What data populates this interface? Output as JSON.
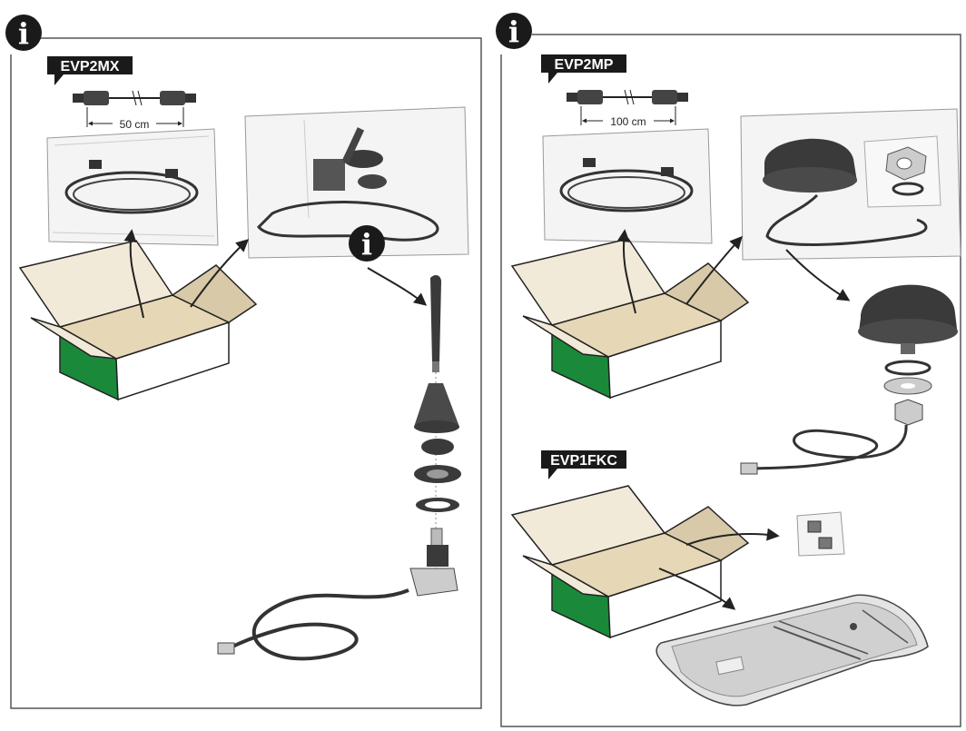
{
  "left_panel": {
    "tag": "EVP2MX",
    "cable_length": "50 cm"
  },
  "right_panel": {
    "tag_top": "EVP2MP",
    "cable_length": "100 cm",
    "tag_bottom": "EVP1FKC"
  },
  "info_glyph": "i",
  "colors": {
    "frame": "#555555",
    "tag_bg": "#1a1a1a",
    "box_side_green": "#1a8a3a",
    "box_flap": "#d8c9a8",
    "box_inner": "#e6d7b6",
    "antenna_dark": "#3a3a3a",
    "line": "#222222"
  }
}
